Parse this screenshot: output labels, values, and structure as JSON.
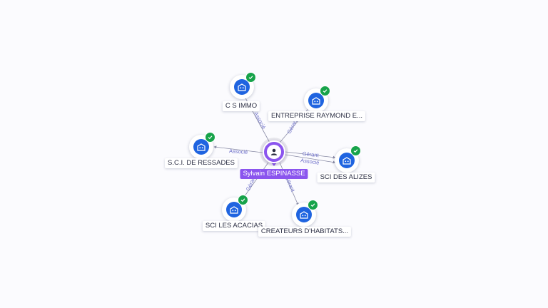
{
  "center": {
    "name": "Sylvain ESPINASSE",
    "icon": "person-icon",
    "color": "#8b55ee"
  },
  "nodes": [
    {
      "id": "cs-immo",
      "label": "C S IMMO",
      "icon": "building-icon",
      "verified": true
    },
    {
      "id": "entreprise-raymond",
      "label": "ENTREPRISE RAYMOND E...",
      "icon": "building-icon",
      "verified": true
    },
    {
      "id": "sci-ressades",
      "label": "S.C.I. DE RESSADES",
      "icon": "building-icon",
      "verified": true
    },
    {
      "id": "sci-alizes",
      "label": "SCI DES ALIZES",
      "icon": "building-icon",
      "verified": true
    },
    {
      "id": "sci-acacias",
      "label": "SCI LES ACACIAS",
      "icon": "building-icon",
      "verified": true
    },
    {
      "id": "createurs-habitats",
      "label": "CREATEURS D'HABITATS...",
      "icon": "building-icon",
      "verified": true
    }
  ],
  "edges": [
    {
      "to": "cs-immo",
      "roles": [
        "Associé"
      ]
    },
    {
      "to": "entreprise-raymond",
      "roles": [
        "Gérant"
      ]
    },
    {
      "to": "sci-ressades",
      "roles": [
        "Associé"
      ]
    },
    {
      "to": "sci-alizes",
      "roles": [
        "Gérant",
        "Associé"
      ]
    },
    {
      "to": "sci-acacias",
      "roles": [
        "Gérant"
      ]
    },
    {
      "to": "createurs-habitats",
      "roles": [
        "Gérant"
      ]
    }
  ],
  "colors": {
    "company": "#1f64e0",
    "verified": "#17a34a",
    "edge": "#8a8ca6",
    "edge_text": "#6d6fc9"
  }
}
